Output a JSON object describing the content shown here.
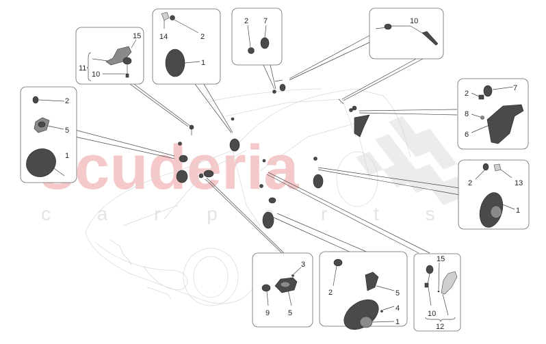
{
  "watermark": {
    "brand": "scuderia",
    "tagline": "c a r   p a r t s",
    "brand_color": "#f5c9c9",
    "tagline_color": "#e4e4e4"
  },
  "diagram": {
    "subject": "Audio system speakers — exploded parts view",
    "callout_boxes": [
      {
        "id": "box-rear-door-bracket",
        "labels": [
          "15",
          "11",
          "10"
        ]
      },
      {
        "id": "box-rear-shelf-speaker",
        "labels": [
          "14",
          "2",
          "1"
        ]
      },
      {
        "id": "box-roof-tweeter",
        "labels": [
          "2",
          "7"
        ]
      },
      {
        "id": "box-roof-harness",
        "labels": [
          "10"
        ]
      },
      {
        "id": "box-front-left-door",
        "labels": [
          "2",
          "5",
          "1"
        ]
      },
      {
        "id": "box-pillar-tweeter",
        "labels": [
          "2",
          "7",
          "8",
          "6"
        ]
      },
      {
        "id": "box-right-door-woofer",
        "labels": [
          "2",
          "13",
          "1"
        ]
      },
      {
        "id": "box-dash-midrange",
        "labels": [
          "3",
          "9",
          "5"
        ]
      },
      {
        "id": "box-front-right-door",
        "labels": [
          "2",
          "5",
          "4",
          "1"
        ]
      },
      {
        "id": "box-amplifier-bracket",
        "labels": [
          "15",
          "10",
          "12"
        ]
      }
    ],
    "labels": {
      "b1_15": "15",
      "b1_11": "11",
      "b1_10": "10",
      "b2_14": "14",
      "b2_2": "2",
      "b2_1": "1",
      "b3_2": "2",
      "b3_7": "7",
      "b4_10": "10",
      "b5_2": "2",
      "b5_5": "5",
      "b5_1": "1",
      "b6_2": "2",
      "b6_7": "7",
      "b6_8": "8",
      "b6_6": "6",
      "b7_2": "2",
      "b7_13": "13",
      "b7_1": "1",
      "b8_3": "3",
      "b8_9": "9",
      "b8_5": "5",
      "b9_2": "2",
      "b9_5": "5",
      "b9_4": "4",
      "b9_1": "1",
      "b10_15": "15",
      "b10_10": "10",
      "b10_12": "12"
    }
  }
}
